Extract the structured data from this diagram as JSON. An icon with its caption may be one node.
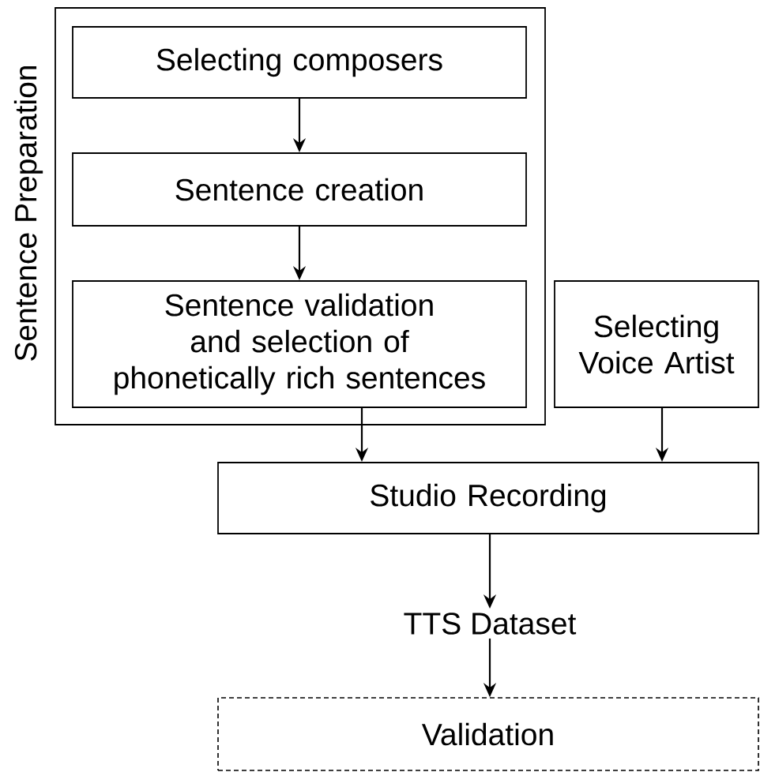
{
  "diagram": {
    "nodes": [
      {
        "text": [
          "Sentence Preparation"
        ]
      },
      {
        "text": [
          "Selecting composers"
        ],
        "in": 0
      },
      {
        "text": [
          "Sentence creation"
        ],
        "in": 0
      },
      {
        "text": [
          "Sentence validation and selection of phonetically rich sentences"
        ],
        "in": 0
      },
      {
        "text": [
          "Selecting Voice Artist"
        ]
      },
      {
        "text": [
          "Studio Recording"
        ]
      },
      {
        "text": [
          "TTS Dataset"
        ]
      },
      {
        "text": [
          "Validation"
        ]
      }
    ],
    "edges": [
      {
        "from": 1,
        "to": 2,
        "arrow": "to"
      },
      {
        "from": 2,
        "to": 3,
        "arrow": "to"
      },
      {
        "from": 3,
        "to": 5,
        "arrow": "to"
      },
      {
        "from": 4,
        "to": 5,
        "arrow": "to"
      },
      {
        "from": 5,
        "to": 6,
        "arrow": "to"
      },
      {
        "from": 6,
        "to": 7,
        "arrow": "to"
      }
    ]
  }
}
